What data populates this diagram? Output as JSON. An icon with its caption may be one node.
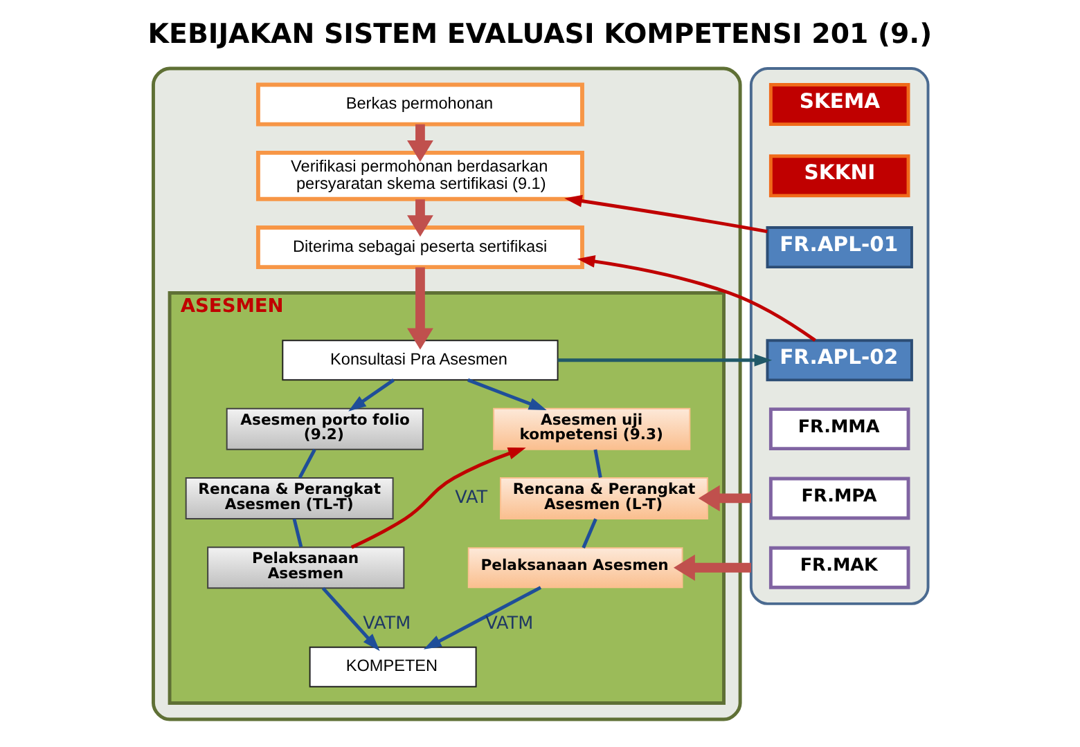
{
  "diagram": {
    "title": "KEBIJAKAN SISTEM EVALUASI KOMPETENSI 201 (9.)",
    "nodes": [
      {
        "text": [],
        "shape": "box"
      },
      {
        "text": [
          "Berkas permohonan"
        ],
        "in": 0
      },
      {
        "text": [
          "Verifikasi permohonan berdasarkan persyaratan skema sertifikasi (9.1)"
        ],
        "in": 0
      },
      {
        "text": [
          "Diterima sebagai peserta sertifikasi"
        ],
        "in": 0
      },
      {
        "text": [
          "ASESMEN"
        ],
        "in": 0
      },
      {
        "text": [
          "Konsultasi Pra Asesmen"
        ],
        "in": 4
      },
      {
        "text": [
          "Asesmen porto folio (9.2)"
        ],
        "in": 4
      },
      {
        "text": [
          "Rencana & Perangkat Asesmen (TL-T)"
        ],
        "in": 4
      },
      {
        "text": [
          "Pelaksanaan Asesmen"
        ],
        "in": 4
      },
      {
        "text": [
          "Asesmen uji kompetensi (9.3)"
        ],
        "in": 4
      },
      {
        "text": [
          "Rencana & Perangkat Asesmen (L-T)"
        ],
        "in": 4
      },
      {
        "text": [
          "Pelaksanaan Asesmen"
        ],
        "in": 4
      },
      {
        "text": [
          "KOMPETEN"
        ],
        "in": 4
      },
      {
        "text": [],
        "shape": "box"
      },
      {
        "text": [
          "SKEMA"
        ],
        "in": 13
      },
      {
        "text": [
          "SKKNI"
        ],
        "in": 13
      },
      {
        "text": [
          "FR.APL-01"
        ],
        "in": 13
      },
      {
        "text": [
          "FR.APL-02"
        ],
        "in": 13
      },
      {
        "text": [
          "FR.MMA"
        ],
        "in": 13
      },
      {
        "text": [
          "FR.MPA"
        ],
        "in": 13
      },
      {
        "text": [
          "FR.MAK"
        ],
        "in": 13
      }
    ],
    "edges": [
      {
        "from": 1,
        "to": 2,
        "arrow": "to",
        "style": "thick",
        "color": "#c0504d"
      },
      {
        "from": 2,
        "to": 3,
        "arrow": "to",
        "style": "thick",
        "color": "#c0504d"
      },
      {
        "from": 3,
        "to": 5,
        "arrow": "to",
        "style": "thick",
        "color": "#c0504d"
      },
      {
        "from": 16,
        "to": 2,
        "arrow": "to",
        "color": "#c00000"
      },
      {
        "from": 17,
        "to": 3,
        "arrow": "to",
        "color": "#c00000"
      },
      {
        "from": 5,
        "to": 17,
        "arrow": "to",
        "color": "#215968"
      },
      {
        "from": 5,
        "to": 6,
        "arrow": "to"
      },
      {
        "from": 5,
        "to": 9,
        "arrow": "to"
      },
      {
        "from": 6,
        "to": 7,
        "arrow": "none"
      },
      {
        "from": 7,
        "to": 8,
        "arrow": "none"
      },
      {
        "from": 9,
        "to": 10,
        "arrow": "none"
      },
      {
        "from": 10,
        "to": 11,
        "arrow": "none"
      },
      {
        "from": 8,
        "to": 9,
        "arrow": "to",
        "label": "VAT",
        "color": "#c00000"
      },
      {
        "from": 8,
        "to": 12,
        "arrow": "to",
        "label": "VATM"
      },
      {
        "from": 11,
        "to": 12,
        "arrow": "to",
        "label": "VATM"
      },
      {
        "from": 13,
        "to": 10,
        "arrow": "to",
        "style": "thick",
        "color": "#c0504d"
      },
      {
        "from": 13,
        "to": 11,
        "arrow": "to",
        "style": "thick",
        "color": "#c0504d"
      }
    ]
  }
}
